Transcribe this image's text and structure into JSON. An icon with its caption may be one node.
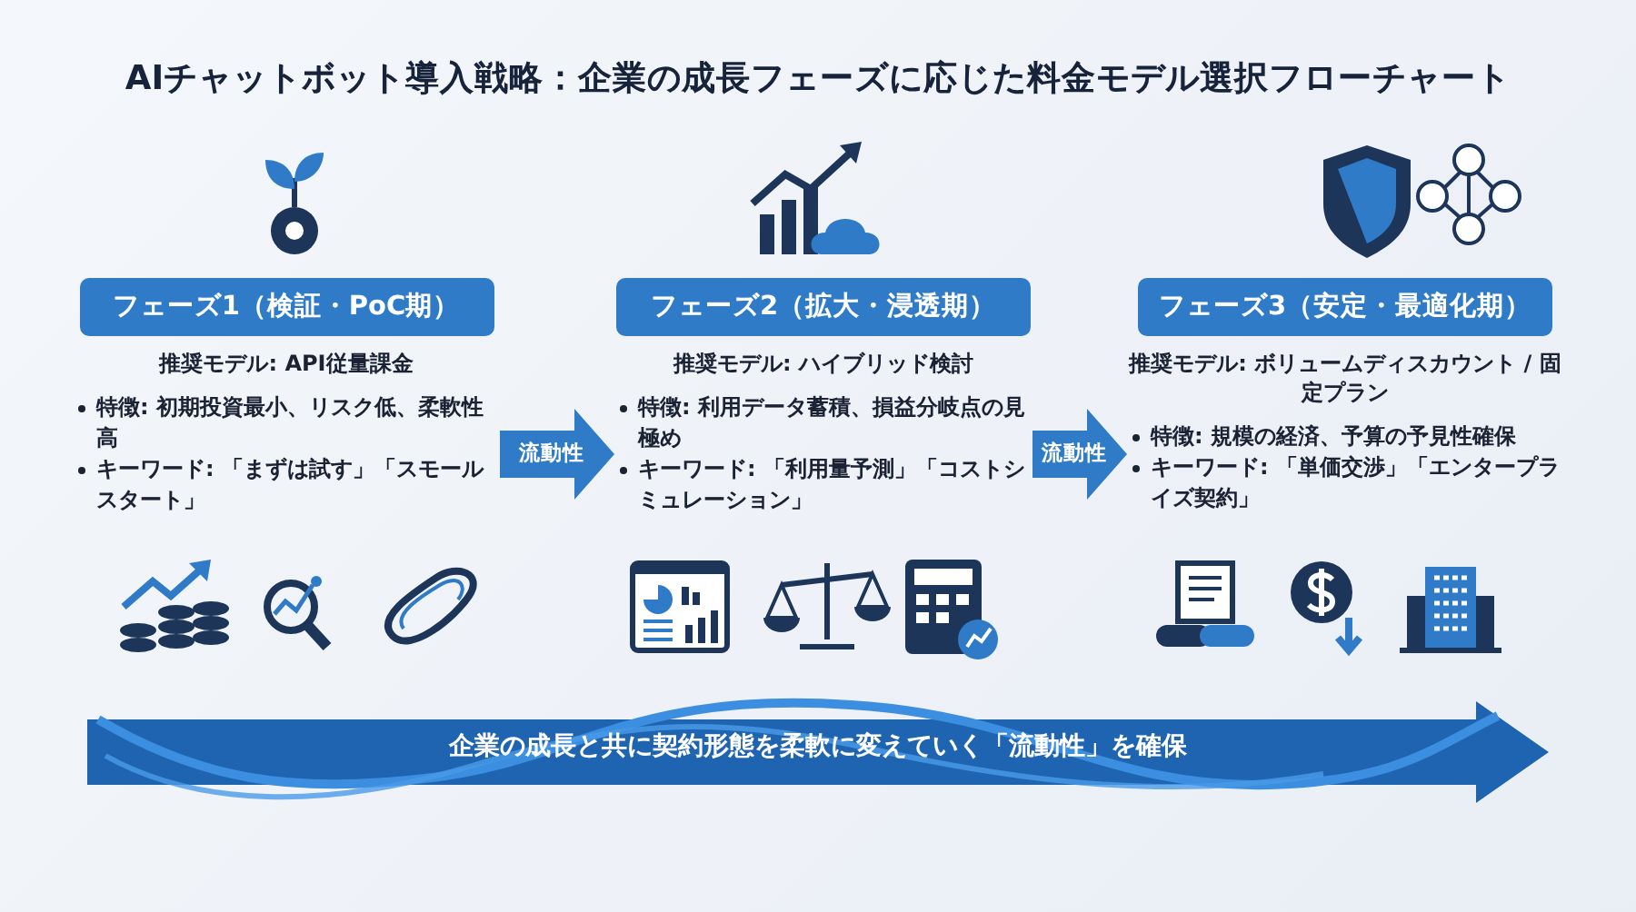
{
  "diagram": {
    "title": "AIチャットボット導入戦略：企業の成長フェーズに応じた料金モデル選択フローチャート",
    "nodes": [
      {
        "text": [
          "フェーズ1（検証・PoC期）",
          "推奨モデル: API従量課金",
          "特徴: 初期投資最小、リスク低、柔軟性高",
          "キーワード: 「まずは試す」「スモールスタート」"
        ]
      },
      {
        "text": [
          "フェーズ2（拡大・浸透期）",
          "推奨モデル: ハイブリッド検討",
          "特徴: 利用データ蓄積、損益分岐点の見極め",
          "キーワード: 「利用量予測」「コストシミュレーション」"
        ]
      },
      {
        "text": [
          "フェーズ3（安定・最適化期）",
          "推奨モデル: ボリュームディスカウント / 固定プラン",
          "特徴: 規模の経済、予算の予見性確保",
          "キーワード: 「単価交渉」「エンタープライズ契約」"
        ]
      },
      {
        "text": [
          "企業の成長と共に契約形態を柔軟に変えていく「流動性」を確保"
        ]
      }
    ],
    "edges": [
      {
        "from": 0,
        "to": 1,
        "arrow": "to",
        "label": "流動性"
      },
      {
        "from": 1,
        "to": 2,
        "arrow": "to",
        "label": "流動性"
      }
    ]
  }
}
